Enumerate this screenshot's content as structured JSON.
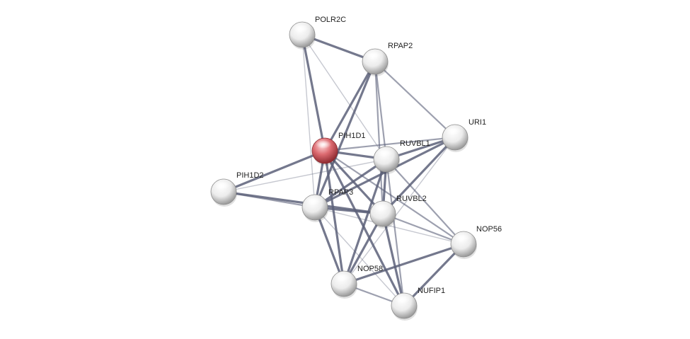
{
  "network": {
    "nodes": [
      {
        "id": "POLR2C",
        "label": "POLR2C",
        "highlight": false
      },
      {
        "id": "RPAP2",
        "label": "RPAP2",
        "highlight": false
      },
      {
        "id": "URI1",
        "label": "URI1",
        "highlight": false
      },
      {
        "id": "PIH1D1",
        "label": "PIH1D1",
        "highlight": true
      },
      {
        "id": "RUVBL1",
        "label": "RUVBL1",
        "highlight": false
      },
      {
        "id": "PIH1D2",
        "label": "PIH1D2",
        "highlight": false
      },
      {
        "id": "RPAP3",
        "label": "RPAP3",
        "highlight": false
      },
      {
        "id": "RUVBL2",
        "label": "RUVBL2",
        "highlight": false
      },
      {
        "id": "NOP56",
        "label": "NOP56",
        "highlight": false
      },
      {
        "id": "NOP58",
        "label": "NOP58",
        "highlight": false
      },
      {
        "id": "NUFIP1",
        "label": "NUFIP1",
        "highlight": false
      }
    ],
    "edges": [
      {
        "source": "POLR2C",
        "target": "RPAP2",
        "strength": "strong"
      },
      {
        "source": "POLR2C",
        "target": "PIH1D1",
        "strength": "strong"
      },
      {
        "source": "POLR2C",
        "target": "RUVBL1",
        "strength": "faint"
      },
      {
        "source": "POLR2C",
        "target": "RPAP3",
        "strength": "faint"
      },
      {
        "source": "RPAP2",
        "target": "PIH1D1",
        "strength": "strong"
      },
      {
        "source": "RPAP2",
        "target": "URI1",
        "strength": "medium"
      },
      {
        "source": "RPAP2",
        "target": "RUVBL1",
        "strength": "medium"
      },
      {
        "source": "RPAP2",
        "target": "RUVBL2",
        "strength": "medium"
      },
      {
        "source": "RPAP2",
        "target": "RPAP3",
        "strength": "strong"
      },
      {
        "source": "PIH1D1",
        "target": "RUVBL1",
        "strength": "strong"
      },
      {
        "source": "PIH1D1",
        "target": "URI1",
        "strength": "medium"
      },
      {
        "source": "PIH1D1",
        "target": "PIH1D2",
        "strength": "strong"
      },
      {
        "source": "PIH1D1",
        "target": "RPAP3",
        "strength": "strong"
      },
      {
        "source": "PIH1D1",
        "target": "RUVBL2",
        "strength": "strong"
      },
      {
        "source": "PIH1D1",
        "target": "NOP58",
        "strength": "strong"
      },
      {
        "source": "PIH1D1",
        "target": "NUFIP1",
        "strength": "strong"
      },
      {
        "source": "PIH1D1",
        "target": "NOP56",
        "strength": "medium"
      },
      {
        "source": "URI1",
        "target": "RUVBL1",
        "strength": "strong"
      },
      {
        "source": "URI1",
        "target": "RUVBL2",
        "strength": "strong"
      },
      {
        "source": "URI1",
        "target": "RPAP3",
        "strength": "strong"
      },
      {
        "source": "URI1",
        "target": "NOP58",
        "strength": "faint"
      },
      {
        "source": "RUVBL1",
        "target": "RUVBL2",
        "strength": "strong"
      },
      {
        "source": "RUVBL1",
        "target": "RPAP3",
        "strength": "strong"
      },
      {
        "source": "RUVBL1",
        "target": "NOP56",
        "strength": "medium"
      },
      {
        "source": "RUVBL1",
        "target": "NOP58",
        "strength": "strong"
      },
      {
        "source": "RUVBL1",
        "target": "NUFIP1",
        "strength": "medium"
      },
      {
        "source": "RUVBL1",
        "target": "PIH1D2",
        "strength": "faint"
      },
      {
        "source": "PIH1D2",
        "target": "RPAP3",
        "strength": "medium"
      },
      {
        "source": "PIH1D2",
        "target": "RUVBL2",
        "strength": "strong"
      },
      {
        "source": "RPAP3",
        "target": "RUVBL2",
        "strength": "strong"
      },
      {
        "source": "RPAP3",
        "target": "NOP58",
        "strength": "strong"
      },
      {
        "source": "RPAP3",
        "target": "NUFIP1",
        "strength": "faint"
      },
      {
        "source": "RPAP3",
        "target": "NOP56",
        "strength": "faint"
      },
      {
        "source": "RUVBL2",
        "target": "NOP56",
        "strength": "medium"
      },
      {
        "source": "RUVBL2",
        "target": "NOP58",
        "strength": "strong"
      },
      {
        "source": "RUVBL2",
        "target": "NUFIP1",
        "strength": "strong"
      },
      {
        "source": "NOP56",
        "target": "NOP58",
        "strength": "strong"
      },
      {
        "source": "NOP56",
        "target": "NUFIP1",
        "strength": "strong"
      },
      {
        "source": "NOP58",
        "target": "NUFIP1",
        "strength": "medium"
      }
    ],
    "colors": {
      "node_default": "#e9e9e9",
      "node_highlight": "#d4545c",
      "edge": "#5c6079"
    }
  }
}
